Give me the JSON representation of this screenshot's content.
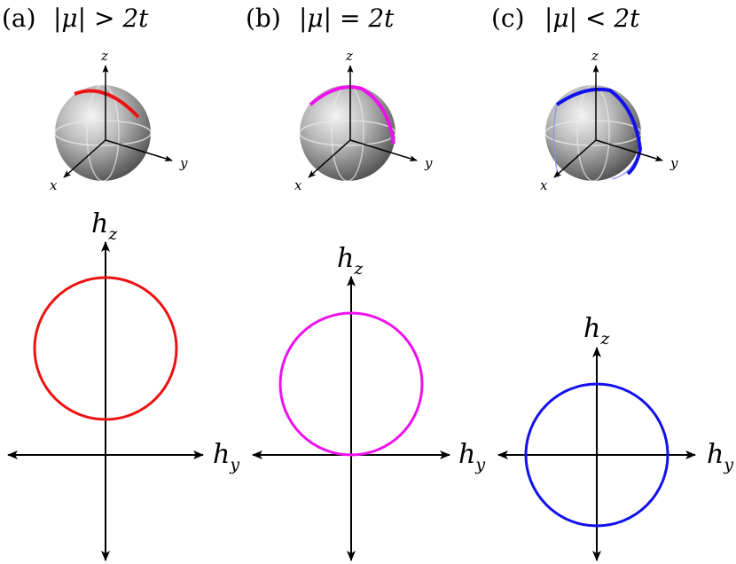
{
  "panels": [
    {
      "tag": "(a)",
      "condition": "|μ| > 2t",
      "color": "#ee1111",
      "axis_h_main": "h",
      "axis_h_sub": "y",
      "axis_v_main": "h",
      "axis_v_sub": "z",
      "sphere_x": "x",
      "sphere_y": "y",
      "sphere_z": "z"
    },
    {
      "tag": "(b)",
      "condition": "|μ| = 2t",
      "color": "#ee11ee",
      "axis_h_main": "h",
      "axis_h_sub": "y",
      "axis_v_main": "h",
      "axis_v_sub": "z",
      "sphere_x": "x",
      "sphere_y": "y",
      "sphere_z": "z"
    },
    {
      "tag": "(c)",
      "condition": "|μ| < 2t",
      "color": "#1111ee",
      "axis_h_main": "h",
      "axis_h_sub": "y",
      "axis_v_main": "h",
      "axis_v_sub": "z",
      "sphere_x": "x",
      "sphere_y": "y",
      "sphere_z": "z"
    }
  ]
}
